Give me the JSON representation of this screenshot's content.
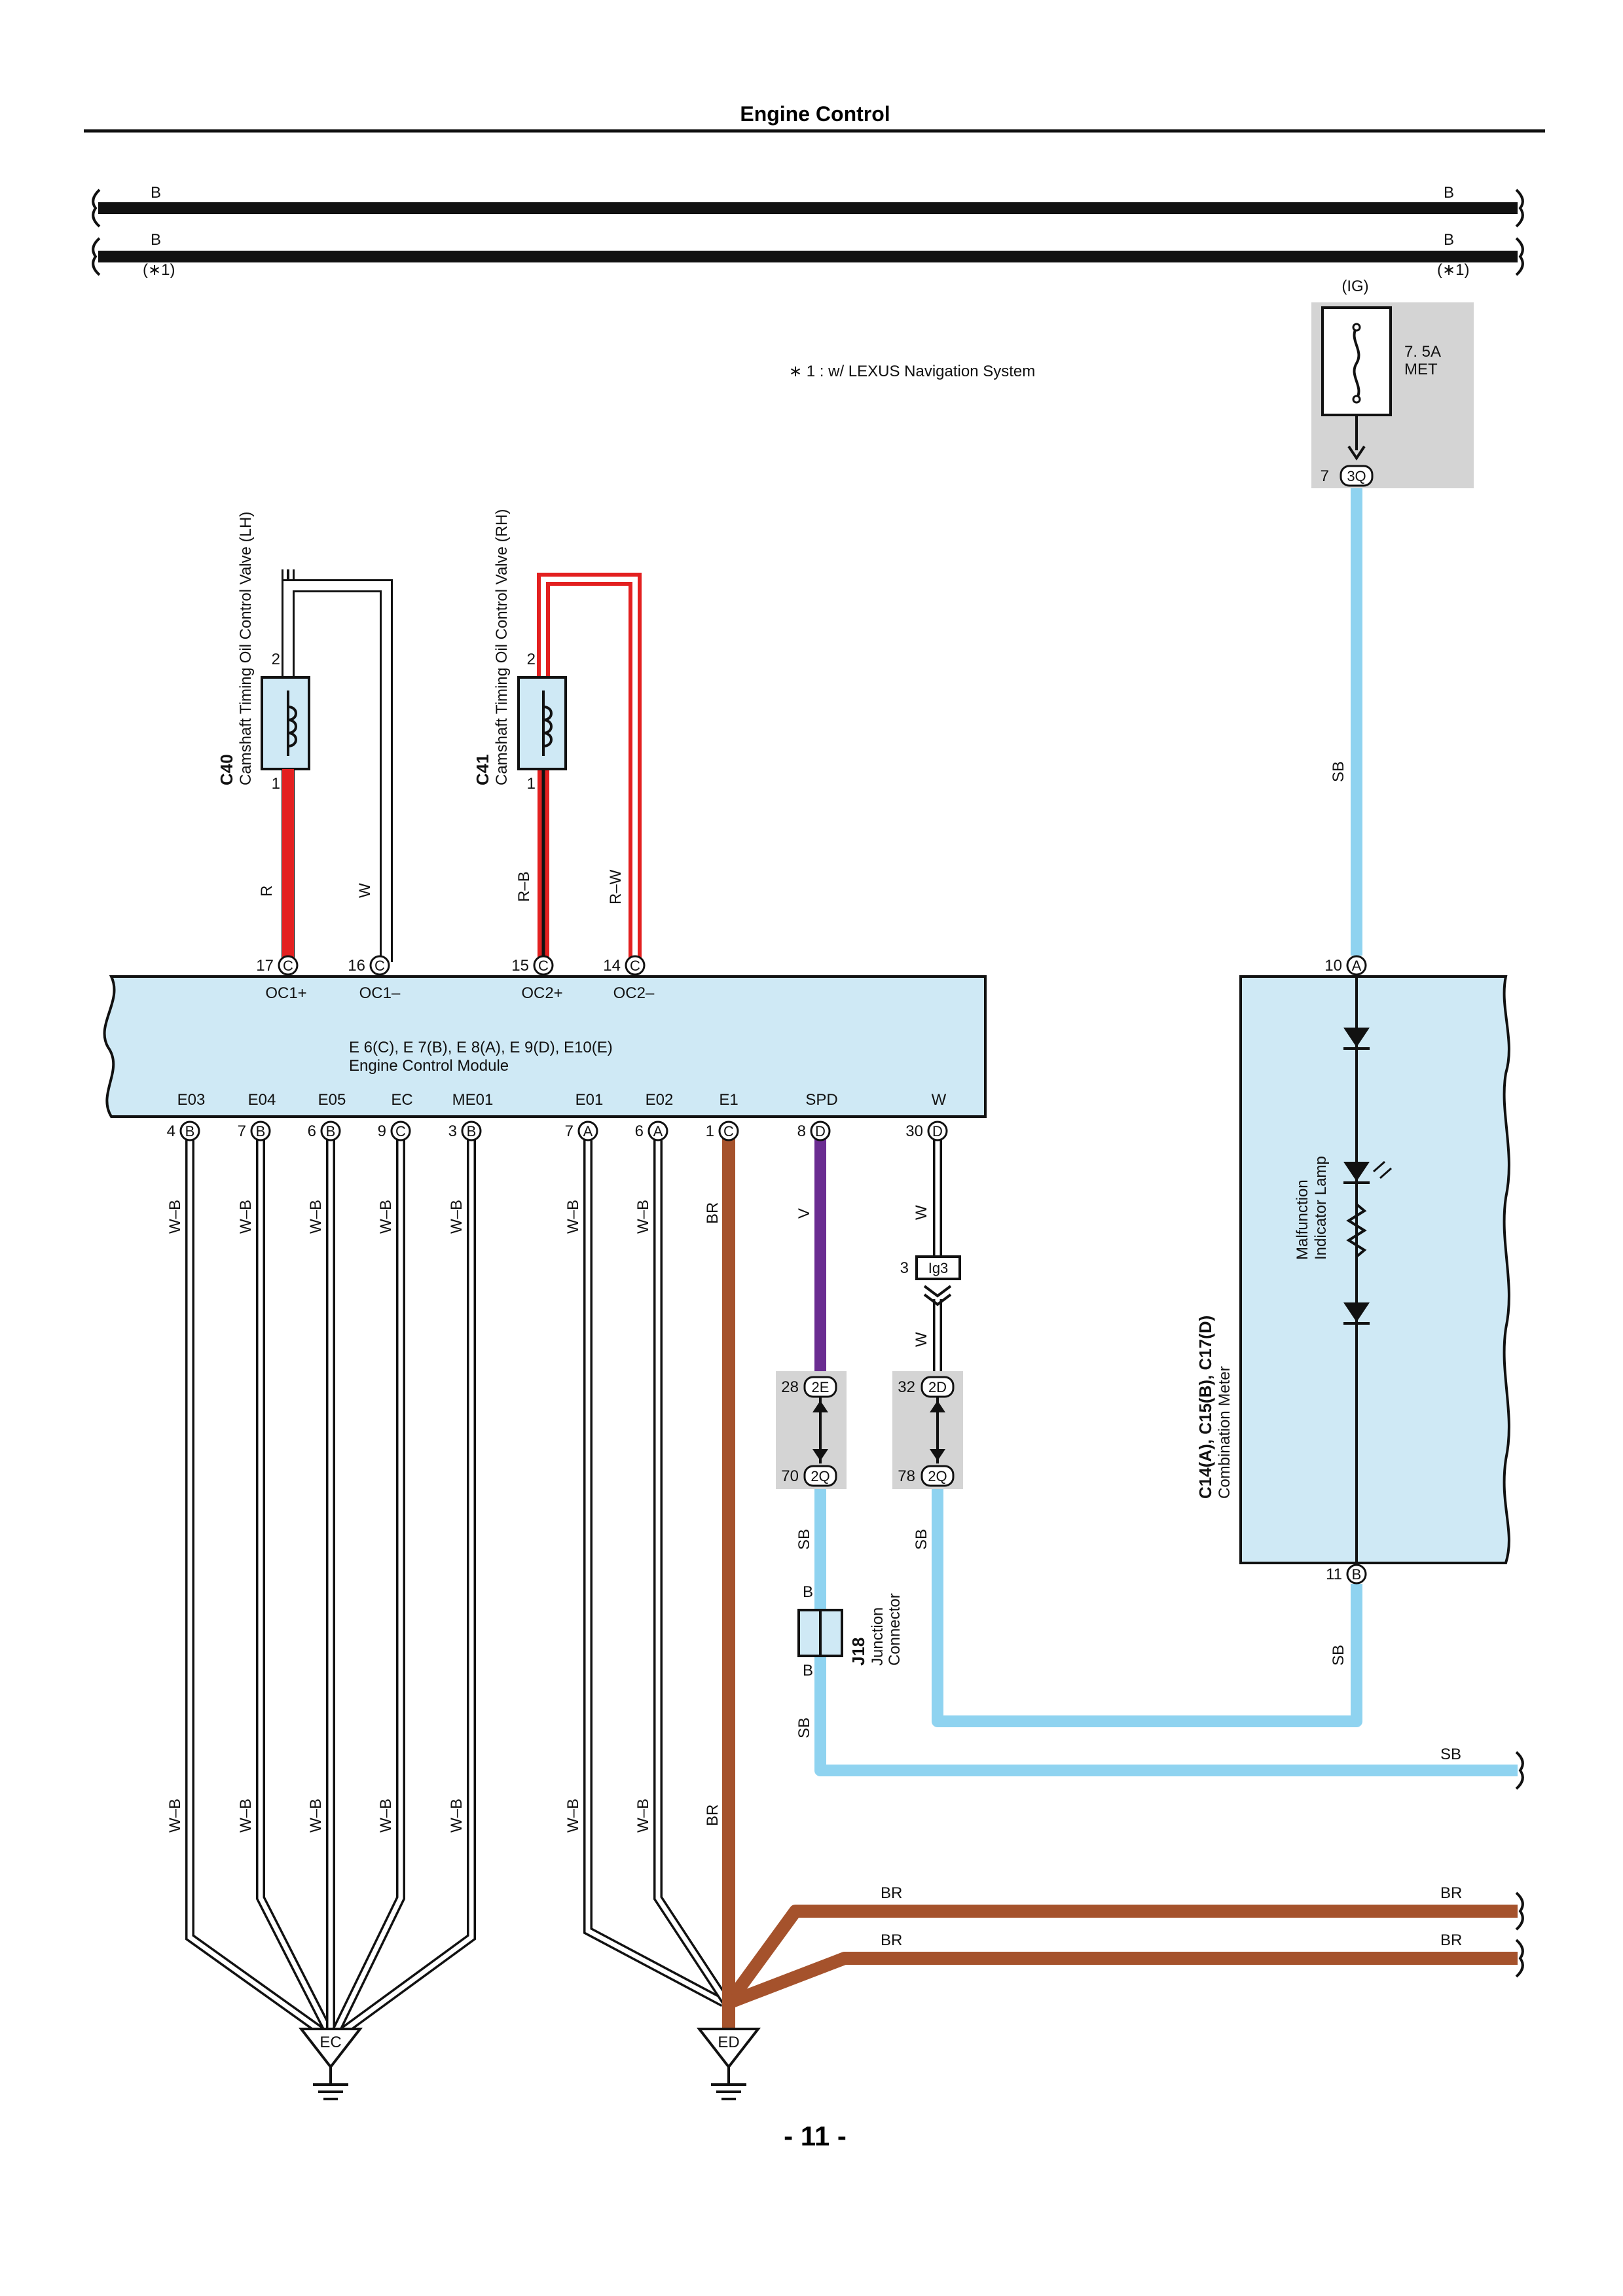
{
  "header": {
    "title": "Engine Control"
  },
  "footer": {
    "page": "- 11 -"
  },
  "note": "∗ 1 : w/ LEXUS Navigation System",
  "colors": {
    "sky_blue": "#8fd3f0",
    "red": "#e32020",
    "brown": "#a5522c",
    "violet": "#6a2c91",
    "module_fill": "#cfe9f5",
    "gray_box": "#d4d4d4"
  },
  "top_bus": {
    "wire1_left": "B",
    "wire1_right": "B",
    "wire2_left": "B",
    "wire2_right": "B",
    "wire2_note_left": "(∗1)",
    "wire2_note_right": "(∗1)"
  },
  "fuse": {
    "circuit": "(IG)",
    "rating": "7. 5A",
    "name": "MET",
    "pin_no": "7",
    "connector": "3Q",
    "wire": "SB"
  },
  "c40": {
    "id": "C40",
    "name": "Camshaft Timing Oil Control Valve (LH)",
    "pin_top": "2",
    "pin_bottom": "1",
    "wire_left": "R",
    "wire_right": "W"
  },
  "c41": {
    "id": "C41",
    "name": "Camshaft Timing Oil Control Valve (RH)",
    "pin_top": "2",
    "pin_bottom": "1",
    "wire_left": "R–B",
    "wire_right": "R–W"
  },
  "ecm": {
    "title": "E 6(C), E 7(B), E 8(A), E 9(D), E10(E)",
    "name": "Engine Control Module",
    "top_pins": [
      {
        "no": "17",
        "conn": "C",
        "label": "OC1+"
      },
      {
        "no": "16",
        "conn": "C",
        "label": "OC1–"
      },
      {
        "no": "15",
        "conn": "C",
        "label": "OC2+"
      },
      {
        "no": "14",
        "conn": "C",
        "label": "OC2–"
      }
    ],
    "bottom_pins": [
      {
        "no": "4",
        "conn": "B",
        "label": "E03",
        "wire": "W–B"
      },
      {
        "no": "7",
        "conn": "B",
        "label": "E04",
        "wire": "W–B"
      },
      {
        "no": "6",
        "conn": "B",
        "label": "E05",
        "wire": "W–B"
      },
      {
        "no": "9",
        "conn": "C",
        "label": "EC",
        "wire": "W–B"
      },
      {
        "no": "3",
        "conn": "B",
        "label": "ME01",
        "wire": "W–B"
      },
      {
        "no": "7",
        "conn": "A",
        "label": "E01",
        "wire": "W–B"
      },
      {
        "no": "6",
        "conn": "A",
        "label": "E02",
        "wire": "W–B"
      },
      {
        "no": "1",
        "conn": "C",
        "label": "E1",
        "wire": "BR"
      },
      {
        "no": "8",
        "conn": "D",
        "label": "SPD",
        "wire": "V"
      },
      {
        "no": "30",
        "conn": "D",
        "label": "W",
        "wire": "W"
      }
    ]
  },
  "meter": {
    "id": "C14(A), C15(B), C17(D)",
    "name": "Combination Meter",
    "lamp_line1": "Malfunction",
    "lamp_line2": "Indicator Lamp",
    "pin_top_no": "10",
    "pin_top_conn": "A",
    "pin_bottom_no": "11",
    "pin_bottom_conn": "B",
    "wire_top": "SB",
    "wire_bottom": "SB"
  },
  "ig3": {
    "pin": "3",
    "label": "Ig3",
    "wire_below": "W"
  },
  "jc_left": {
    "top_no": "28",
    "top_conn": "2E",
    "bottom_no": "70",
    "bottom_conn": "2Q",
    "wire_below": "SB"
  },
  "jc_right": {
    "top_no": "32",
    "top_conn": "2D",
    "bottom_no": "78",
    "bottom_conn": "2Q",
    "wire_below": "SB"
  },
  "j18": {
    "id": "J18",
    "line1": "Junction",
    "line2": "Connector",
    "pin_top": "B",
    "pin_bottom": "B",
    "wire_below": "SB"
  },
  "right_edge": {
    "sb_out": "SB",
    "br1_left": "BR",
    "br1_right": "BR",
    "br2_left": "BR",
    "br2_right": "BR"
  },
  "grounds": {
    "ec": "EC",
    "ed": "ED",
    "lower_wb": "W–B",
    "lower_br": "BR"
  }
}
